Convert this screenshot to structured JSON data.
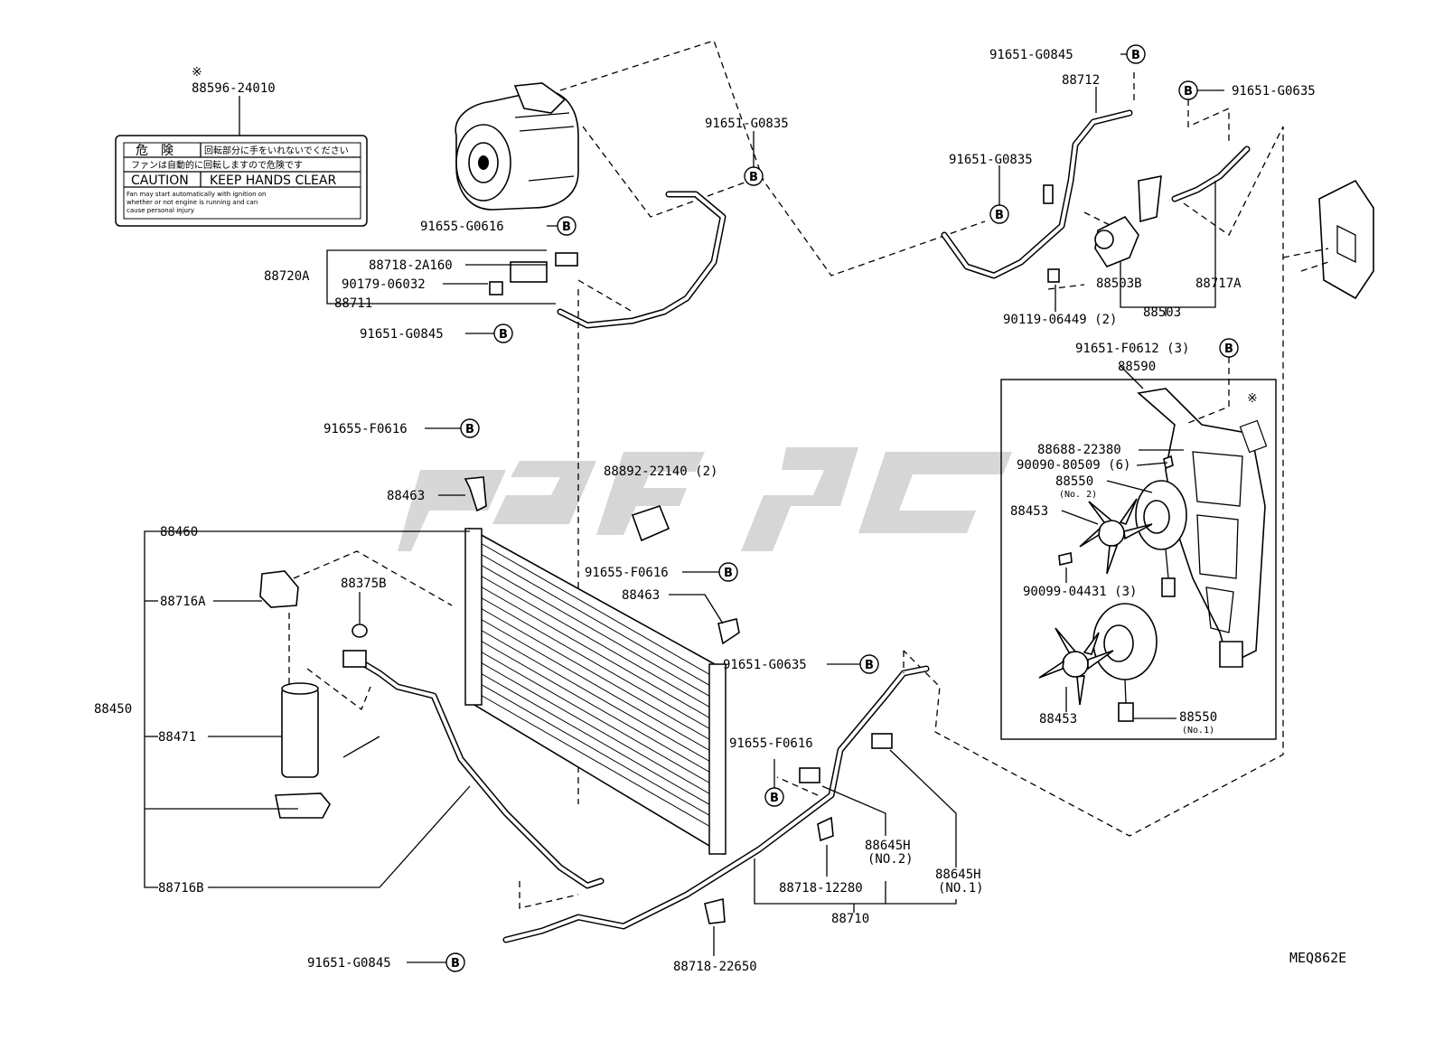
{
  "diagram_code": "MEQ862E",
  "warning_label": {
    "mark": "※",
    "part_no": "88596-24010",
    "line1_left": "危　険",
    "line1_right": "回転部分に手をいれないでください",
    "line2": "ファンは自動的に回転しますので危険です",
    "caution": "CAUTION",
    "keep": "KEEP HANDS CLEAR",
    "fine1": "Fan may start automatically with ignition on",
    "fine2": "whether or not engine is running and can",
    "fine3": "cause personal injury"
  },
  "callouts": {
    "c1": "91651-G0835",
    "c2": "91655-G0616",
    "c3": "88718-2A160",
    "c4": "88720A",
    "c5": "90179-06032",
    "c6": "88711",
    "c7": "91651-G0845",
    "c8": "91651-G0845",
    "c9": "88712",
    "c10": "91651-G0635",
    "c11": "91651-G0835",
    "c12": "88503B",
    "c13": "88717A",
    "c14": "90119-06449 (2)",
    "c15": "88503",
    "c16": "91651-F0612 (3)",
    "c17": "88590",
    "c18": "88688-22380",
    "c19": "90090-80509 (6)",
    "c20": "88550",
    "c20sub": "(No. 2)",
    "c21": "88453",
    "c22": "90099-04431 (3)",
    "c23": "88453",
    "c24": "88550",
    "c24sub": "(No.1)",
    "c25": "91655-F0616",
    "c26": "88463",
    "c27": "88892-22140 (2)",
    "c28": "88460",
    "c29": "91655-F0616",
    "c30": "88716A",
    "c31": "88375B",
    "c32": "88463",
    "c33": "91651-G0635",
    "c34": "88450",
    "c35": "88471",
    "c36": "91655-F0616",
    "c37": "88645H",
    "c37sub": "(NO.2)",
    "c38": "88645H",
    "c38sub": "(NO.1)",
    "c39": "88718-12280",
    "c40": "88716B",
    "c41": "88710",
    "c42": "91651-G0845",
    "c43": "88718-22650",
    "c44": "※"
  },
  "bolt_badge": "B"
}
